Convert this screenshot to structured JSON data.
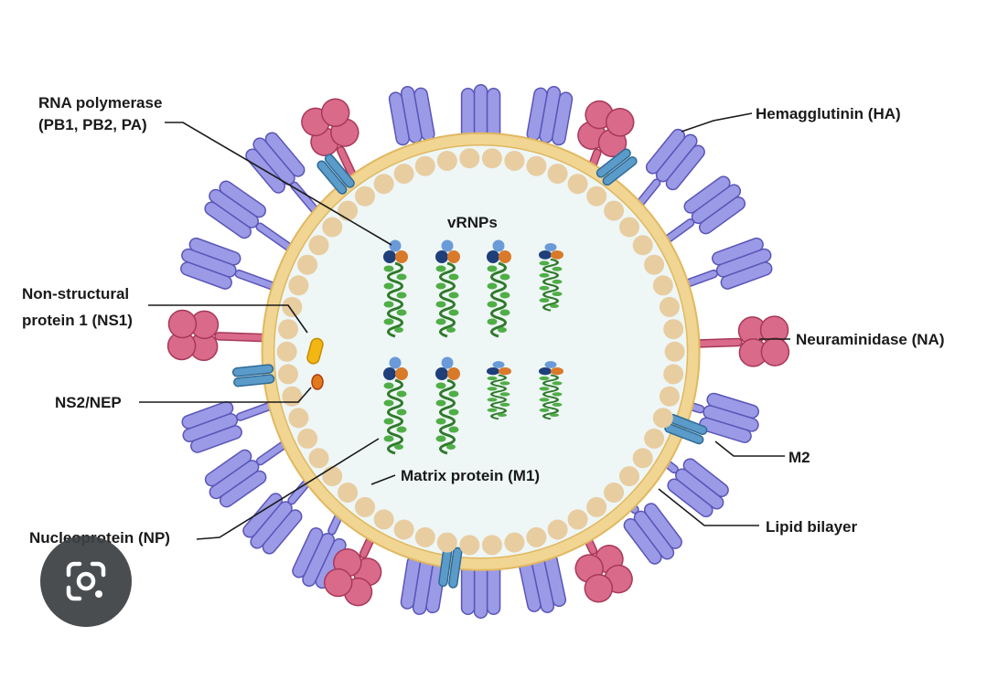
{
  "diagram": {
    "labels": {
      "rna_polymerase_line1": "RNA polymerase",
      "rna_polymerase_line2": "(PB1, PB2, PA)",
      "hemagglutinin": "Hemagglutinin (HA)",
      "vrnps": "vRNPs",
      "ns1_line1": "Non-structural",
      "ns1_line2": "protein 1 (NS1)",
      "neuraminidase": "Neuraminidase (NA)",
      "ns2": "NS2/NEP",
      "m2": "M2",
      "matrix_protein": "Matrix protein (M1)",
      "lipid_bilayer": "Lipid bilayer",
      "nucleoprotein": "Nucleoprotein (NP)"
    },
    "colors": {
      "hemagglutinin": "#9b9ae6",
      "hemagglutinin_stroke": "#5a55b8",
      "neuraminidase": "#d96a8a",
      "neuraminidase_stroke": "#a8385a",
      "m2": "#5b9bc9",
      "m2_stroke": "#2f6a96",
      "lipid_bilayer": "#f1d592",
      "lipid_bilayer_stroke": "#e0b860",
      "matrix_protein": "#e8cda0",
      "interior": "#eef6f6",
      "nucleoprotein": "#3f9a3a",
      "polymerase_pb1": "#6a9bd8",
      "polymerase_pb2": "#1e3f7a",
      "polymerase_pa": "#d97a2a",
      "ns1": "#f2b712",
      "ns2": "#e07a1c"
    },
    "icons": {
      "lens_button": "camera-search-icon"
    }
  }
}
